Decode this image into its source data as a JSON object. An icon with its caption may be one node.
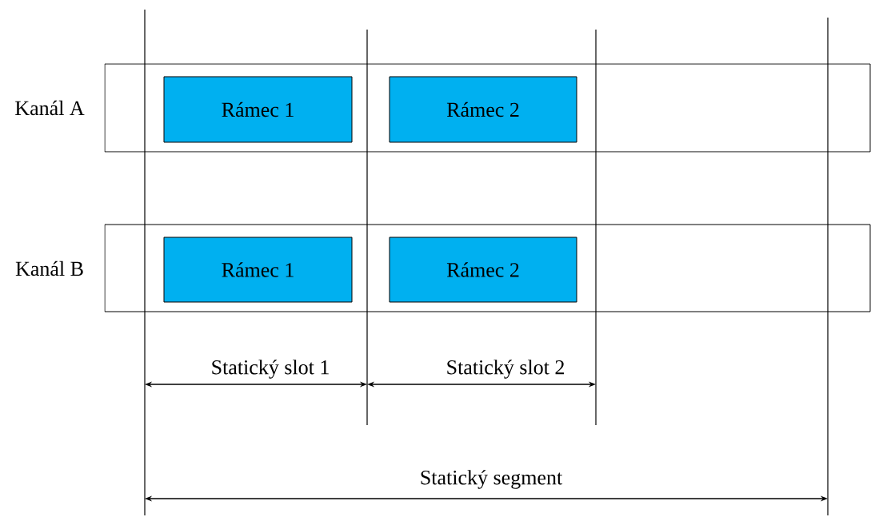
{
  "diagram": {
    "nodes": [
      {
        "text": [
          "Kanál A"
        ]
      },
      {
        "text": [
          "Rámec 1"
        ],
        "in": 0
      },
      {
        "text": [
          "Rámec 2"
        ],
        "in": 0
      },
      {
        "text": [
          "Kanál B"
        ]
      },
      {
        "text": [
          "Rámec 1"
        ],
        "in": 3
      },
      {
        "text": [
          "Rámec 2"
        ],
        "in": 3
      }
    ],
    "labels": [
      "Statický slot 1",
      "Statický slot 2",
      "Statický segment"
    ]
  }
}
